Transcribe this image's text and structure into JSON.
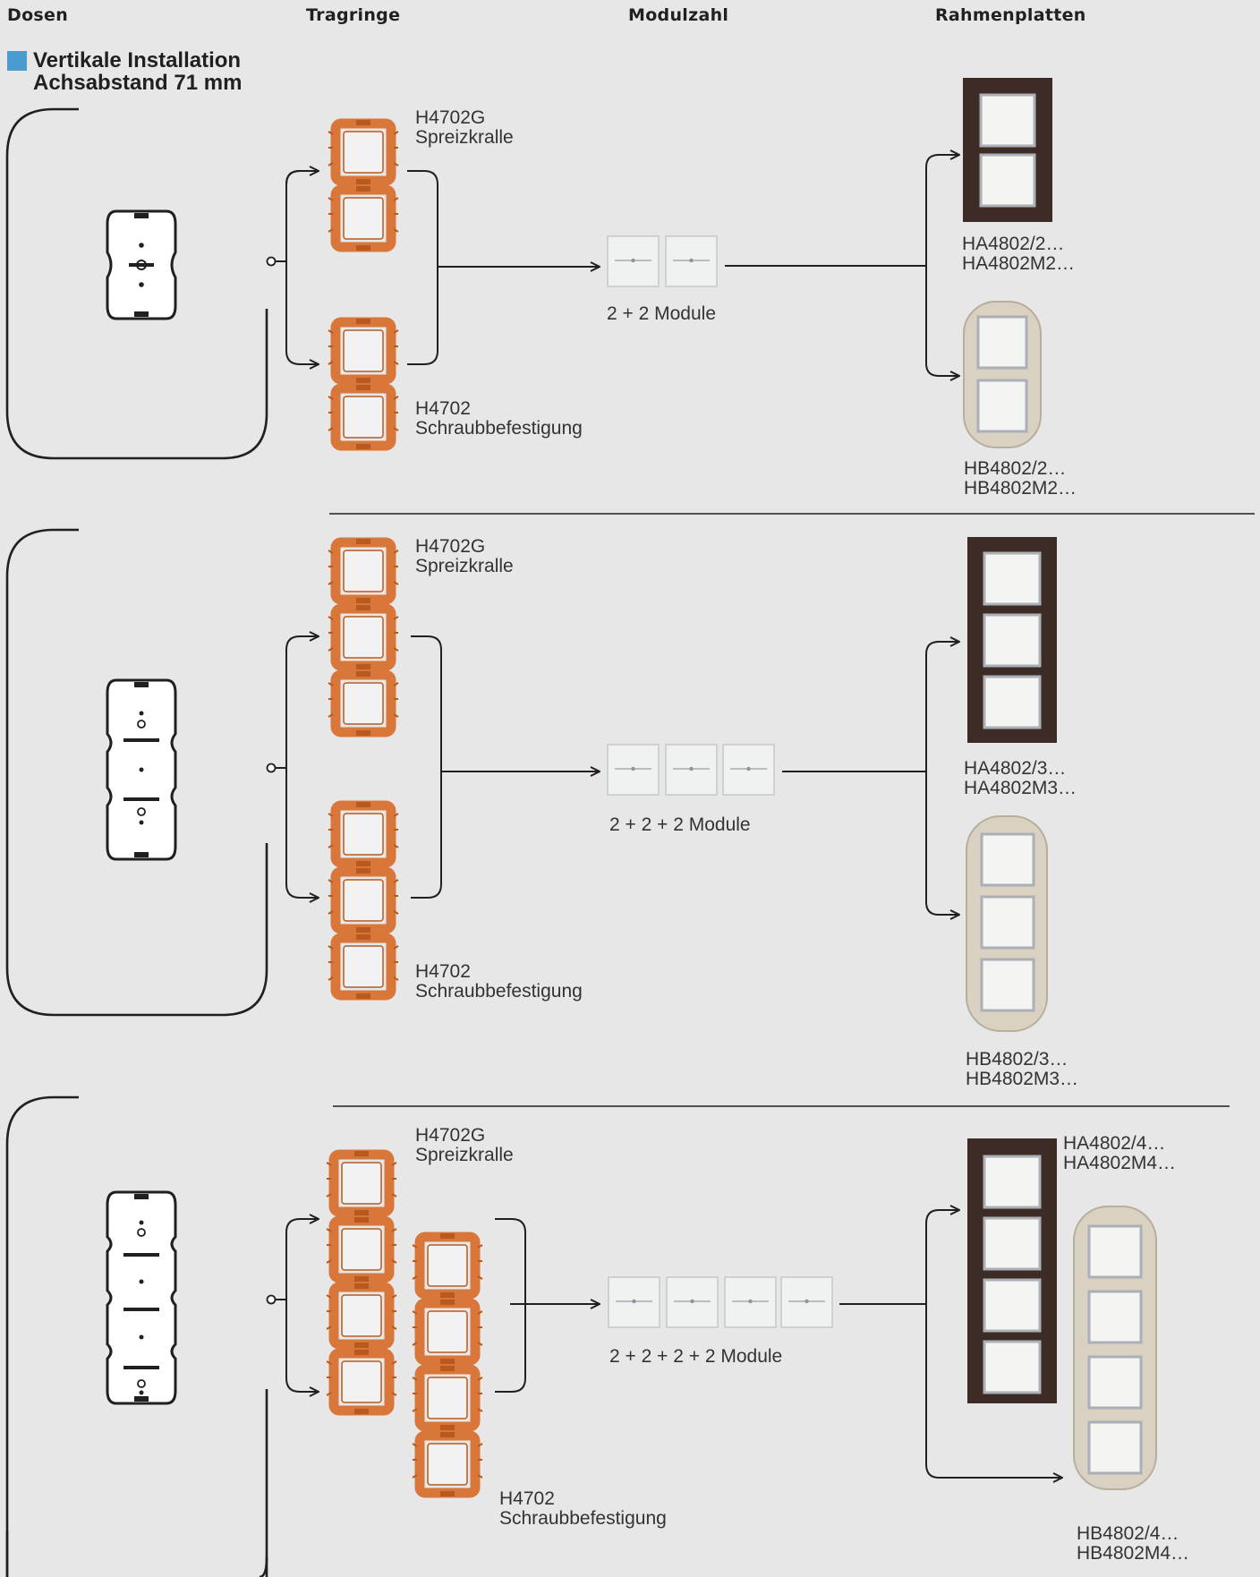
{
  "headers": {
    "dosen": "Dosen",
    "tragringe": "Tragringe",
    "modulzahl": "Modulzahl",
    "rahmenplatten": "Rahmenplatten"
  },
  "section_title": {
    "line1": "Vertikale Installation",
    "line2": "Achsabstand 71 mm"
  },
  "colors": {
    "accent": "#4a9bd0",
    "frame_dark": "#3d2c25",
    "frame_pearl": "#d9d1c2",
    "ring": "#d9773b",
    "background": "#e6e7e6"
  },
  "rows": [
    {
      "ring_top": {
        "code": "H4702G",
        "desc": "Spreizkralle"
      },
      "ring_bottom": {
        "code": "H4702",
        "desc": "Schraubbefestigung"
      },
      "modules_label": "2 + 2 Module",
      "module_count": 2,
      "plate_a": {
        "code1": "HA4802/2…",
        "code2": "HA4802M2…"
      },
      "plate_b": {
        "code1": "HB4802/2…",
        "code2": "HB4802M2…"
      }
    },
    {
      "ring_top": {
        "code": "H4702G",
        "desc": "Spreizkralle"
      },
      "ring_bottom": {
        "code": "H4702",
        "desc": "Schraubbefestigung"
      },
      "modules_label": "2 + 2 + 2 Module",
      "module_count": 3,
      "plate_a": {
        "code1": "HA4802/3…",
        "code2": "HA4802M3…"
      },
      "plate_b": {
        "code1": "HB4802/3…",
        "code2": "HB4802M3…"
      }
    },
    {
      "ring_top": {
        "code": "H4702G",
        "desc": "Spreizkralle"
      },
      "ring_bottom": {
        "code": "H4702",
        "desc": "Schraubbefestigung"
      },
      "modules_label": "2 + 2 + 2 + 2 Module",
      "module_count": 4,
      "plate_a": {
        "code1": "HA4802/4…",
        "code2": "HA4802M4…"
      },
      "plate_b": {
        "code1": "HB4802/4…",
        "code2": "HB4802M4…"
      }
    }
  ]
}
